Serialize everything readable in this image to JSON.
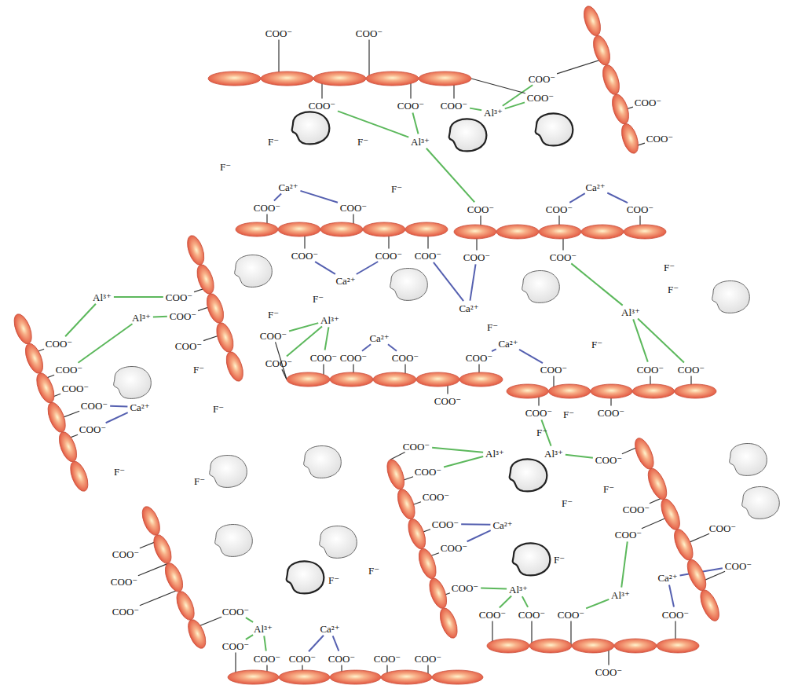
{
  "diagram": {
    "labels": [
      "COO⁻",
      "COO⁻",
      "COO⁻",
      "COO⁻",
      "COO⁻",
      "Al³⁺",
      "COO⁻",
      "COO⁻",
      "COO⁻",
      "COO⁻",
      "Al³⁺",
      "F⁻",
      "F⁻",
      "F⁻",
      "F⁻",
      "Ca²⁺",
      "COO⁻",
      "COO⁻",
      "COO⁻",
      "Ca²⁺",
      "COO⁻",
      "COO⁻",
      "COO⁻",
      "COO⁻",
      "COO⁻",
      "Ca²⁺",
      "COO⁻",
      "COO⁻",
      "Ca²⁺",
      "Al³⁺",
      "F⁻",
      "F⁻",
      "F⁻",
      "F⁻",
      "F⁻",
      "F⁻",
      "COO⁻",
      "Al³⁺",
      "Al³⁺",
      "COO⁻",
      "COO⁻",
      "COO⁻",
      "COO⁻",
      "COO⁻",
      "COO⁻",
      "Ca²⁺",
      "COO⁻",
      "F⁻",
      "F⁻",
      "Al³⁺",
      "COO⁻",
      "COO⁻",
      "COO⁻",
      "COO⁻",
      "COO⁻",
      "Ca²⁺",
      "COO⁻",
      "Ca²⁺",
      "COO⁻",
      "COO⁻",
      "COO⁻",
      "COO⁻",
      "COO⁻",
      "COO⁻",
      "F⁻",
      "F⁻",
      "Al³⁺",
      "Al³⁺",
      "COO⁻",
      "COO⁻",
      "COO⁻",
      "COO⁻",
      "COO⁻",
      "COO⁻",
      "Ca²⁺",
      "Al³⁺",
      "F⁻",
      "F⁻",
      "COO⁻",
      "F⁻",
      "COO⁻",
      "COO⁻",
      "Al³⁺",
      "COO⁻",
      "Ca²⁺",
      "COO⁻",
      "COO⁻",
      "COO⁻",
      "COO⁻",
      "COO⁻",
      "COO⁻",
      "COO⁻",
      "COO⁻",
      "COO⁻",
      "COO⁻",
      "COO⁻",
      "Al³⁺",
      "Ca²⁺",
      "COO⁻",
      "COO⁻",
      "COO⁻",
      "COO⁻",
      "COO⁻",
      "F⁻",
      "F⁻",
      "F⁻",
      "F⁻"
    ]
  }
}
